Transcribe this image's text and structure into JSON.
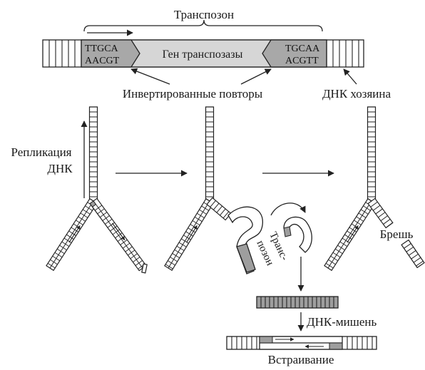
{
  "labels": {
    "transposon": "Транспозон",
    "left_seq_top": "TTGCA",
    "left_seq_bottom": "AACGT",
    "gene": "Ген транспозазы",
    "right_seq_top": "TGCAA",
    "right_seq_bottom": "ACGTT",
    "inverted_repeats": "Инвертированные повторы",
    "host_dna": "ДНК хозяина",
    "replication_line1": "Репликация",
    "replication_line2": "ДНК",
    "gap": "Брешь",
    "trans_line1": "Транс-",
    "trans_line2": "позон",
    "target_dna": "ДНК-мишень",
    "integration": "Встраивание"
  },
  "colors": {
    "stroke": "#222222",
    "grey_fill": "#9e9e9e",
    "light_fill": "#d6d6d6",
    "white": "#ffffff"
  }
}
